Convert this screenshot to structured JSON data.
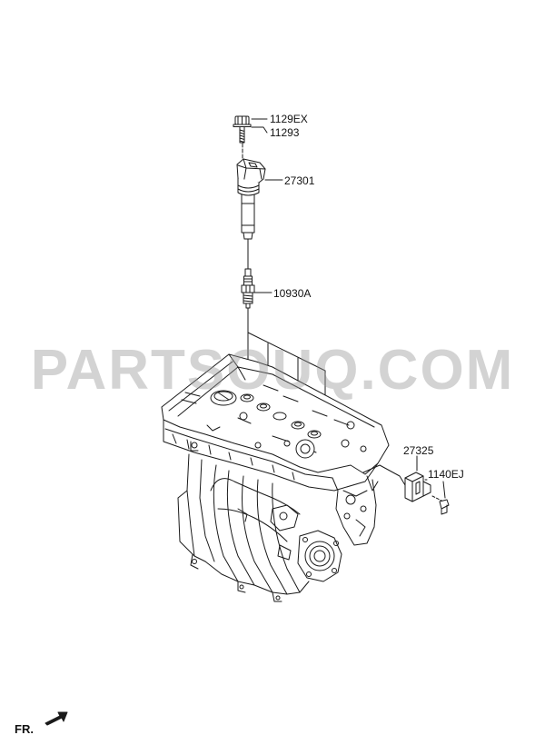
{
  "diagram": {
    "callouts": {
      "bolt_a": "1129EX",
      "bolt_b": "11293",
      "ignition_coil": "27301",
      "spark_plug": "10930A",
      "sensor": "27325",
      "sensor_bolt": "1140EJ"
    },
    "watermark": "PARTSOUQ.COM",
    "orientation_label": "FR."
  },
  "colors": {
    "line": "#1a1a1a",
    "watermark": "#9a9a9a",
    "background": "#ffffff"
  },
  "icons": {
    "front_arrow": "front-arrow-icon"
  }
}
